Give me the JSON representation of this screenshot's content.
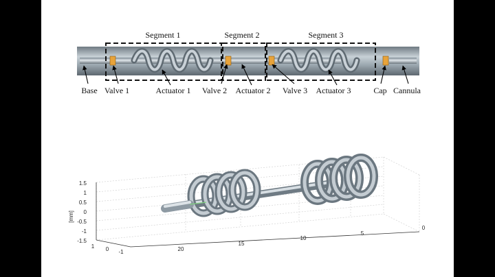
{
  "schematic": {
    "segments": [
      "Segment 1",
      "Segment 2",
      "Segment 3"
    ],
    "labels": {
      "base": "Base",
      "valve1": "Valve 1",
      "actuator1": "Actuator 1",
      "valve2": "Valve 2",
      "actuator2": "Actuator 2",
      "valve3": "Valve 3",
      "actuator3": "Actuator 3",
      "cap": "Cap",
      "cannula": "Cannula"
    }
  },
  "plot3d": {
    "zlabel": "[mm]",
    "z_ticks": [
      "1.5",
      "1",
      "0.5",
      "0",
      "-0.5",
      "-1",
      "-1.5"
    ],
    "y_ticks": [
      "1",
      "0",
      "-1"
    ],
    "x_ticks": [
      "20",
      "15",
      "10",
      "5",
      "0"
    ]
  },
  "colors": {
    "tube": "#a9b5be",
    "valve": "#e8a33a",
    "background_bar": "#000000"
  }
}
